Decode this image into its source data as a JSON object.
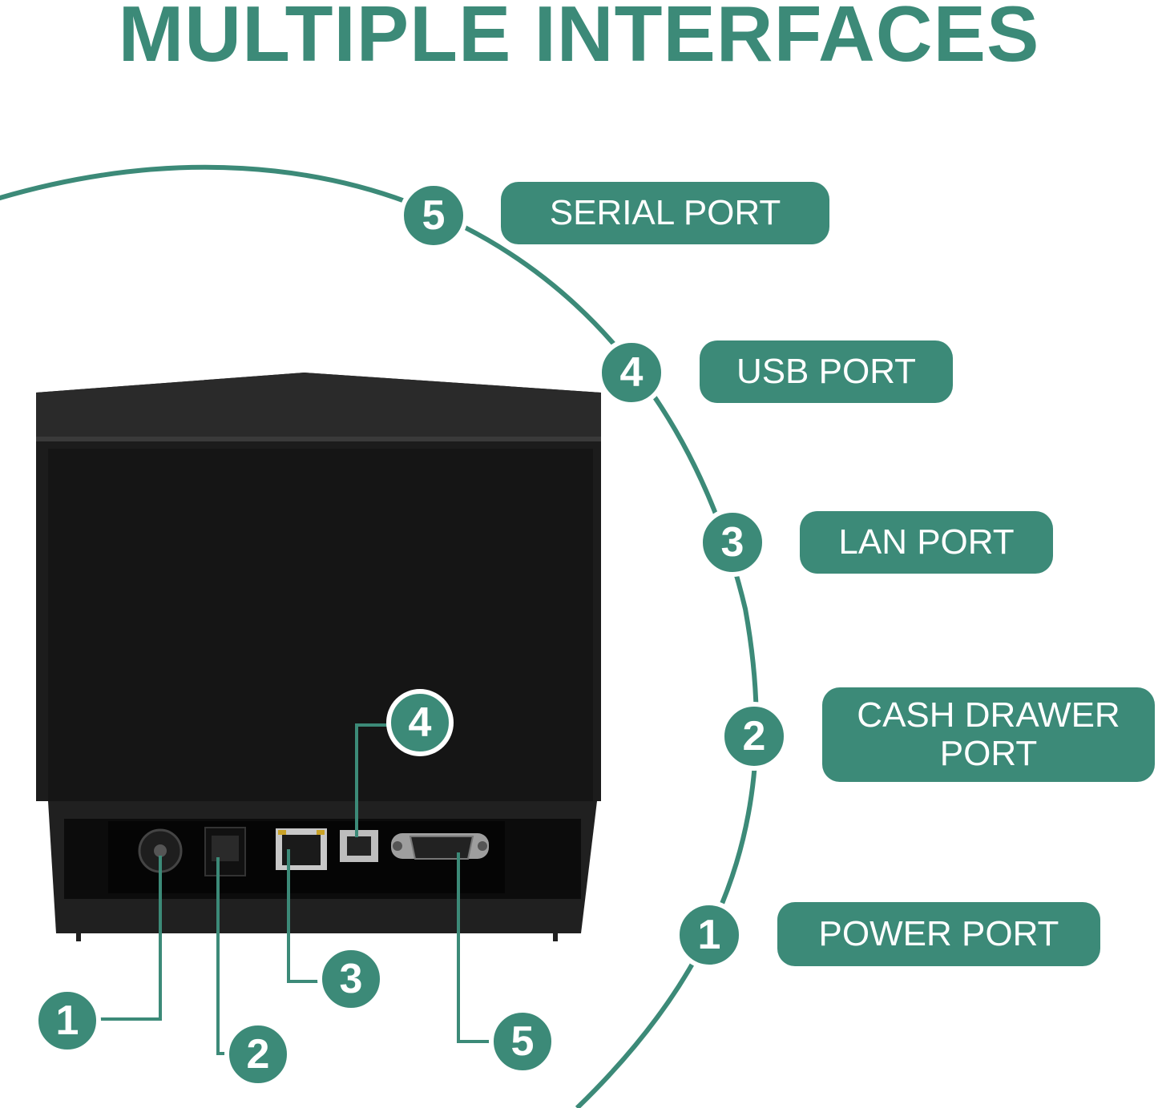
{
  "title": "MULTIPLE INTERFACES",
  "accent_color": "#3c8a78",
  "ports": [
    {
      "number": "1",
      "label": "POWER PORT"
    },
    {
      "number": "2",
      "label": "CASH DRAWER PORT"
    },
    {
      "number": "3",
      "label": "LAN PORT"
    },
    {
      "number": "4",
      "label": "USB PORT"
    },
    {
      "number": "5",
      "label": "SERIAL PORT"
    }
  ],
  "label_lines": {
    "cash_drawer_line1": "CASH DRAWER",
    "cash_drawer_line2": "PORT"
  }
}
